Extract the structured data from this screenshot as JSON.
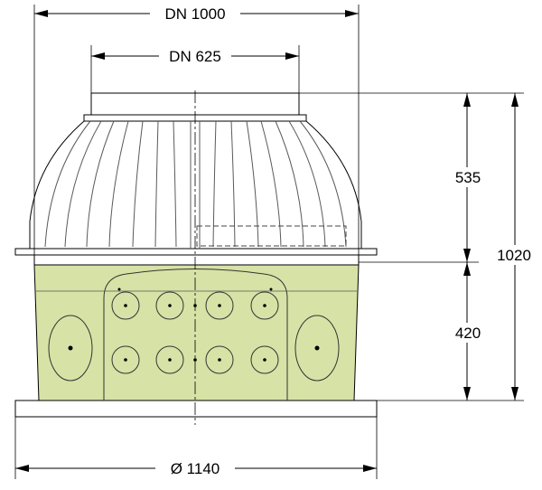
{
  "dimensions": {
    "dn_outer": "DN 1000",
    "dn_inner": "DN 625",
    "height_dome": "535",
    "height_total": "1020",
    "height_base": "420",
    "base_diameter": "Ø 1140"
  },
  "colors": {
    "base_fill": "#d7e2a6",
    "line": "#000000",
    "dome_line": "#5a5a5a",
    "slab_fill": "#ffffff"
  }
}
